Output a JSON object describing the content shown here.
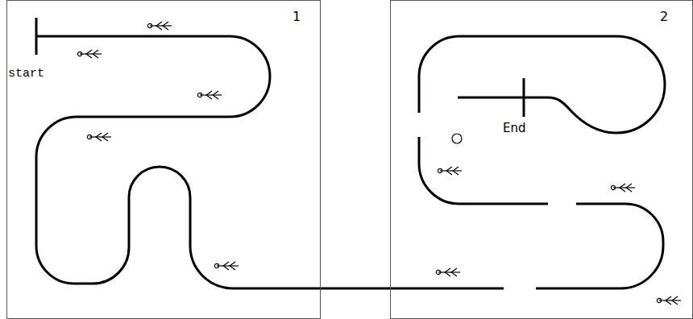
{
  "diagram": {
    "nodes": [
      {
        "text": [
          "1"
        ]
      },
      {
        "text": [
          "2"
        ]
      }
    ],
    "labels": [
      "start",
      "End"
    ]
  }
}
